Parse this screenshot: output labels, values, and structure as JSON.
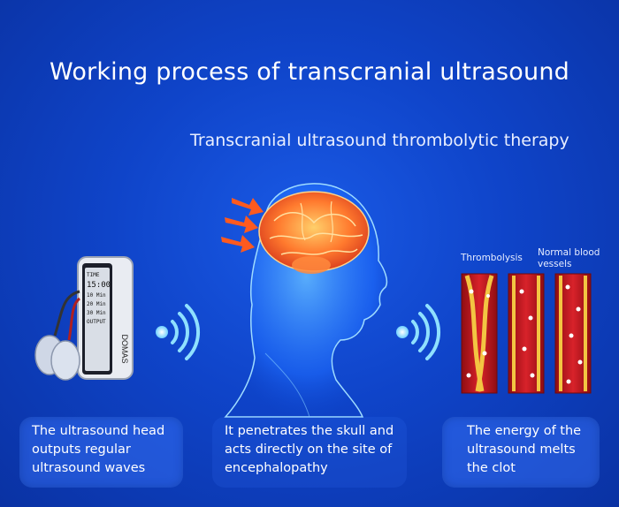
{
  "title": "Working process of transcranial ultrasound",
  "subtitle": "Transcranial ultrasound thrombolytic therapy",
  "device": {
    "brand": "DOMAS",
    "screen_lines": [
      "TIME",
      "15:00",
      "10 Min",
      "20 Min",
      "30 Min",
      "OUTPUT"
    ],
    "icon": "ultrasound-device-icon"
  },
  "vessel_labels": {
    "thrombolysis": "Thrombolysis",
    "normal_line1": "Normal blood",
    "normal_line2": "vessels"
  },
  "captions": {
    "left": [
      "The ultrasound head",
      "outputs regular",
      "ultrasound waves"
    ],
    "middle": [
      "It penetrates the skull and",
      "acts directly on the site of",
      "encephalopathy"
    ],
    "right": [
      "The energy of the",
      "ultrasound melts",
      "the clot"
    ]
  },
  "colors": {
    "background": "#0f44c9",
    "brain": "#ff8a3d",
    "arrow": "#ff5a1f",
    "vessel": "#c4151c"
  }
}
